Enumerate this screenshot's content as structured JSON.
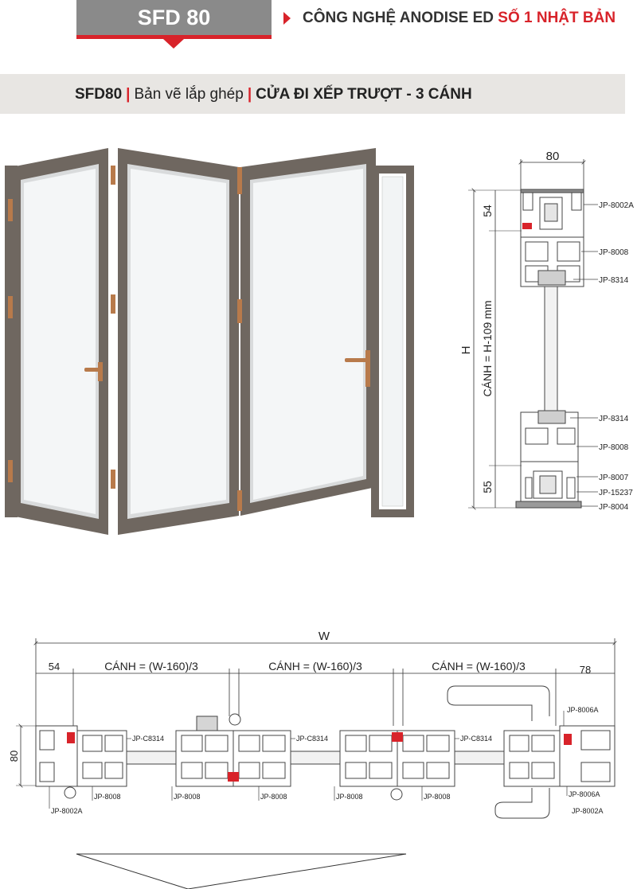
{
  "header": {
    "model": "SFD 80",
    "tech_prefix": "CÔNG NGHỆ  ANODISE ED",
    "tech_highlight": "SỐ 1 NHẬT BẢN",
    "colors": {
      "accent": "#d8232a",
      "tab": "#8a8a8a",
      "band": "#e8e6e3",
      "frame": "#6f6760",
      "handle": "#b87a4b"
    }
  },
  "title": {
    "code": "SFD80",
    "drawing_type": "Bản vẽ lắp ghép",
    "product": "CỬA ĐI XẾP TRƯỢT - 3 CÁNH"
  },
  "vertical_section": {
    "width_dim": "80",
    "top_dim": "54",
    "bottom_dim": "55",
    "height_label": "H",
    "sash_label": "CÁNH = H-109 mm",
    "parts": [
      "JP-8002A",
      "JP-8008",
      "JP-8314",
      "JP-8314",
      "JP-8008",
      "JP-8007",
      "JP-15237",
      "JP-8004"
    ]
  },
  "horizontal_section": {
    "width_label": "W",
    "left_dim": "54",
    "right_dim": "78",
    "height_dim": "80",
    "sash_labels": [
      "CÁNH = (W-160)/3",
      "CÁNH = (W-160)/3",
      "CÁNH = (W-160)/3"
    ],
    "parts": {
      "c8314": [
        "JP-C8314",
        "JP-C8314",
        "JP-C8314"
      ],
      "bottom": [
        "JP-8008",
        "JP-8008",
        "JP-8008",
        "JP-8008",
        "JP-8008"
      ],
      "left_bottom": "JP-8002A",
      "right_top": "JP-8006A",
      "right_bottom_1": "JP-8006A",
      "right_bottom_2": "JP-8002A"
    }
  }
}
